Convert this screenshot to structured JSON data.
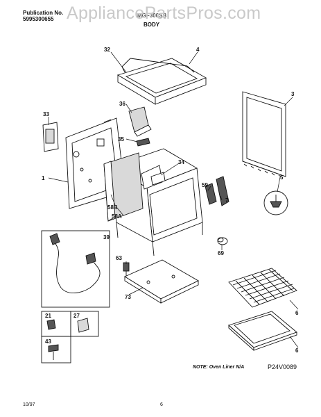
{
  "header": {
    "publication_label": "Publication No.",
    "publication_number": "5995300655",
    "model_partial": "MGF300SB",
    "watermark": "AppliancePartsPros.com",
    "section_title": "BODY"
  },
  "callouts": [
    "32",
    "4",
    "3",
    "36",
    "33",
    "35",
    "34",
    "1",
    "58B",
    "58A",
    "59",
    "7",
    "5",
    "39",
    "69",
    "63",
    "21",
    "27",
    "73",
    "6",
    "6",
    "43"
  ],
  "note": "NOTE: Oven Liner N/A",
  "drawing_code": "P24V0089",
  "footer": {
    "date": "10/97",
    "page": "6"
  }
}
